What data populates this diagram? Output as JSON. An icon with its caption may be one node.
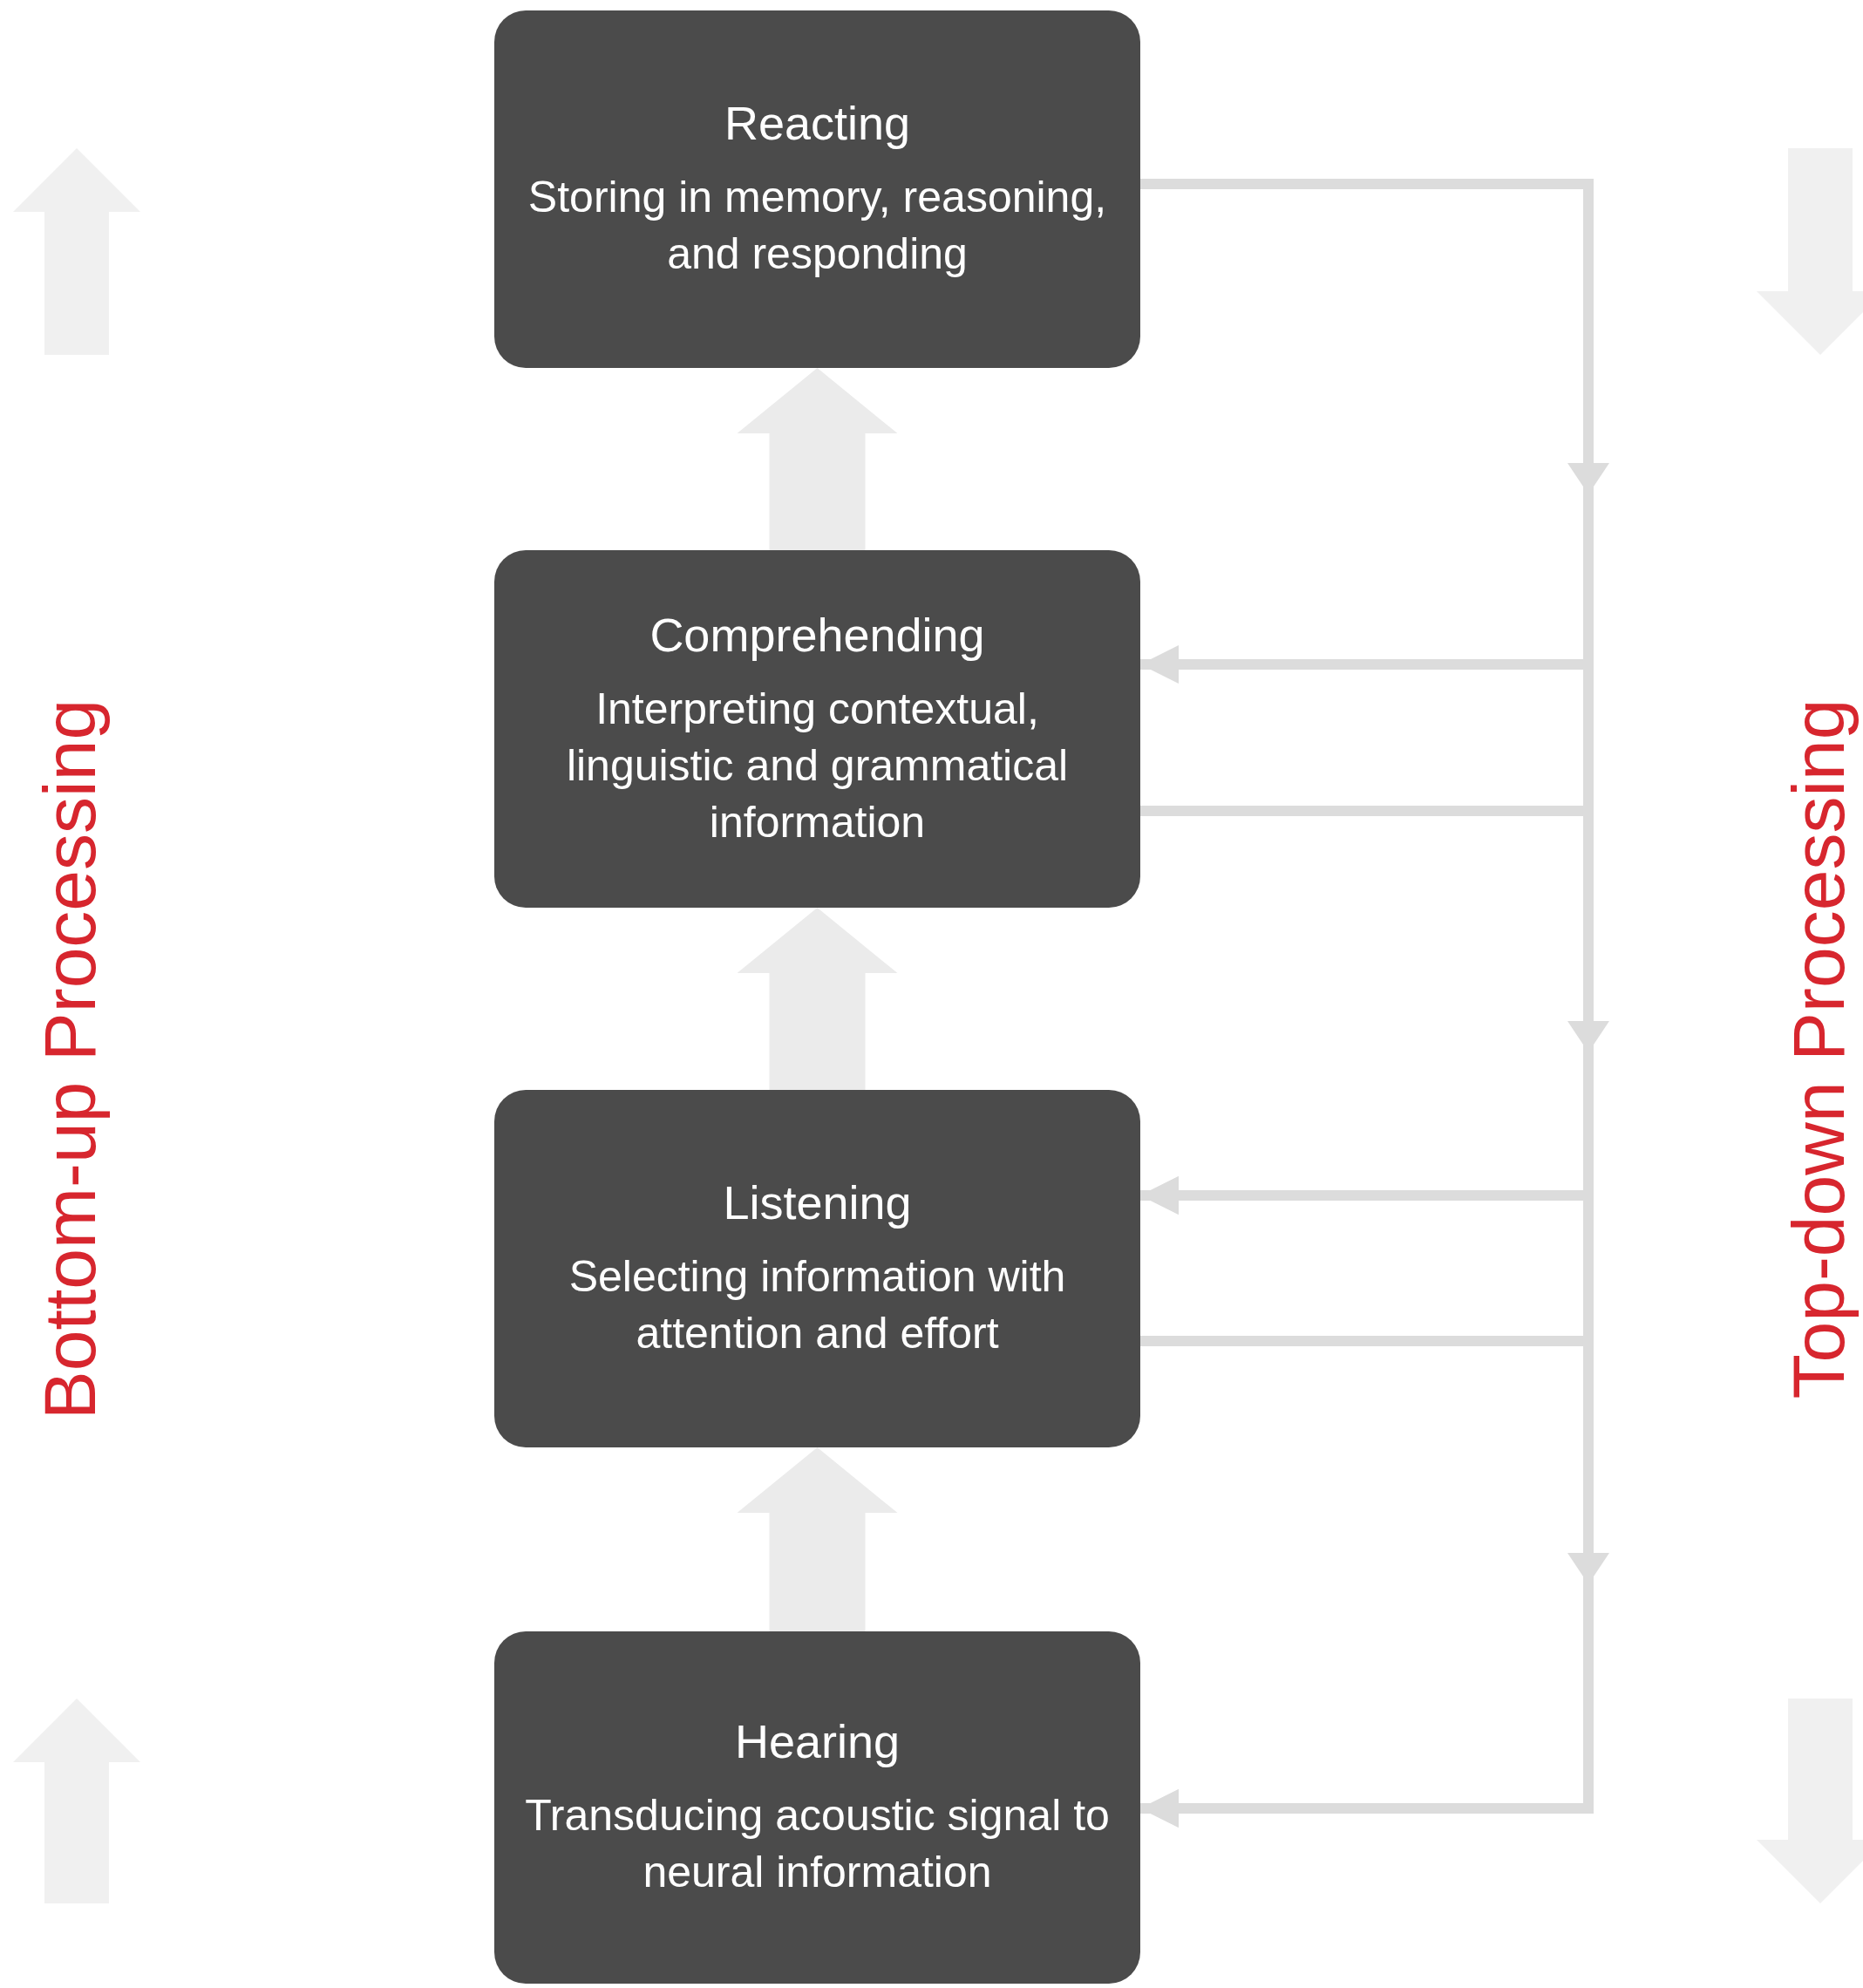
{
  "diagram": {
    "nodes": [
      {
        "text": [
          "Reacting",
          "Storing in memory, reasoning, and responding"
        ]
      },
      {
        "text": [
          "Comprehending",
          "Interpreting contextual, linguistic and grammatical information"
        ]
      },
      {
        "text": [
          "Listening",
          "Selecting information with attention and effort"
        ]
      },
      {
        "text": [
          "Hearing",
          "Transducing acoustic signal to neural information"
        ]
      }
    ],
    "edges": [
      {
        "from": 3,
        "to": 2,
        "arrow": "to",
        "style": "thick"
      },
      {
        "from": 2,
        "to": 1,
        "arrow": "to",
        "style": "thick"
      },
      {
        "from": 1,
        "to": 0,
        "arrow": "to",
        "style": "thick"
      },
      {
        "from": 0,
        "to": 1,
        "arrow": "to"
      },
      {
        "from": 0,
        "to": 2,
        "arrow": "to"
      },
      {
        "from": 0,
        "to": 3,
        "arrow": "to"
      },
      {
        "from": 1,
        "to": 2,
        "arrow": "to"
      },
      {
        "from": 2,
        "to": 3,
        "arrow": "to"
      }
    ],
    "labels": [
      "Bottom-up Processing",
      "Top-down Processing"
    ]
  }
}
